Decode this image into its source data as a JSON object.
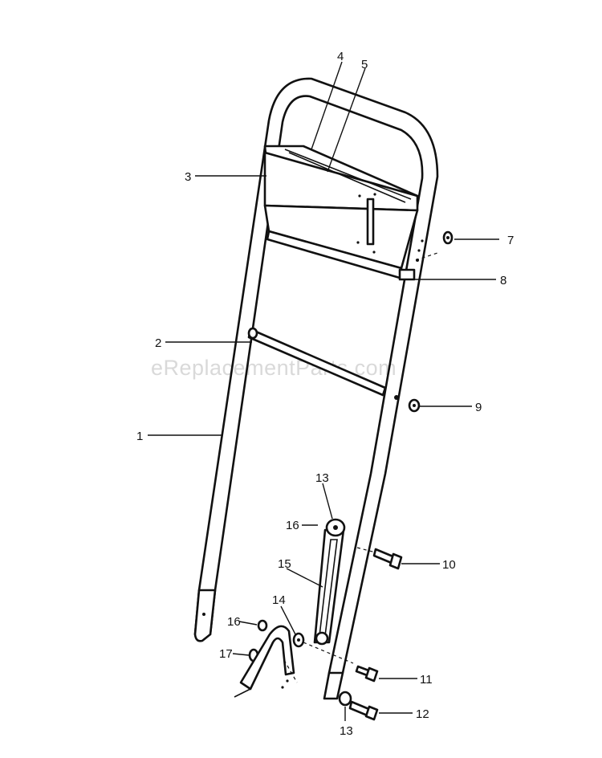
{
  "watermark": "eReplacementParts.com",
  "callouts": [
    {
      "id": "callout-1",
      "label": "1"
    },
    {
      "id": "callout-2",
      "label": "2"
    },
    {
      "id": "callout-3",
      "label": "3"
    },
    {
      "id": "callout-4",
      "label": "4"
    },
    {
      "id": "callout-5",
      "label": "5"
    },
    {
      "id": "callout-7",
      "label": "7"
    },
    {
      "id": "callout-8",
      "label": "8"
    },
    {
      "id": "callout-9",
      "label": "9"
    },
    {
      "id": "callout-10",
      "label": "10"
    },
    {
      "id": "callout-11",
      "label": "11"
    },
    {
      "id": "callout-12",
      "label": "12"
    },
    {
      "id": "callout-13-top",
      "label": "13"
    },
    {
      "id": "callout-13-bottom",
      "label": "13"
    },
    {
      "id": "callout-14",
      "label": "14"
    },
    {
      "id": "callout-15",
      "label": "15"
    },
    {
      "id": "callout-16-top",
      "label": "16"
    },
    {
      "id": "callout-16-bottom",
      "label": "16"
    },
    {
      "id": "callout-17",
      "label": "17"
    }
  ]
}
